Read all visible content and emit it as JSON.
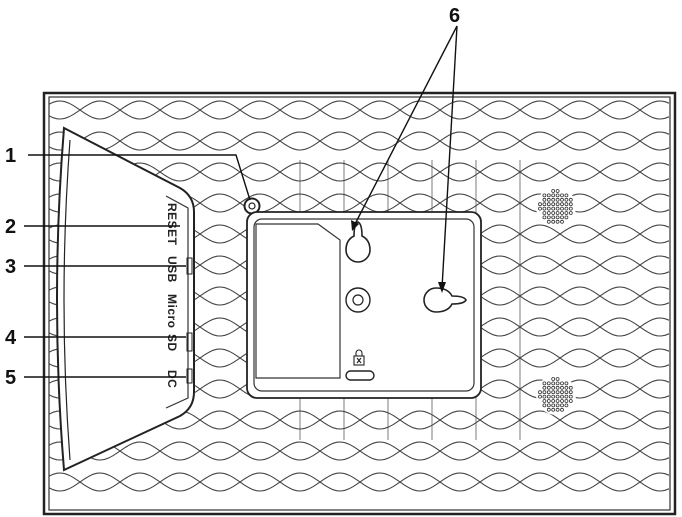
{
  "callouts": {
    "c1": "1",
    "c2": "2",
    "c3": "3",
    "c4": "4",
    "c5": "5",
    "c6": "6"
  },
  "ports": {
    "reset": "RESET",
    "usb": "USB",
    "micro": "Micro",
    "sd": "SD",
    "dc": "DC"
  },
  "colors": {
    "stroke": "#222222",
    "pattern": "#444444",
    "background": "#ffffff"
  }
}
